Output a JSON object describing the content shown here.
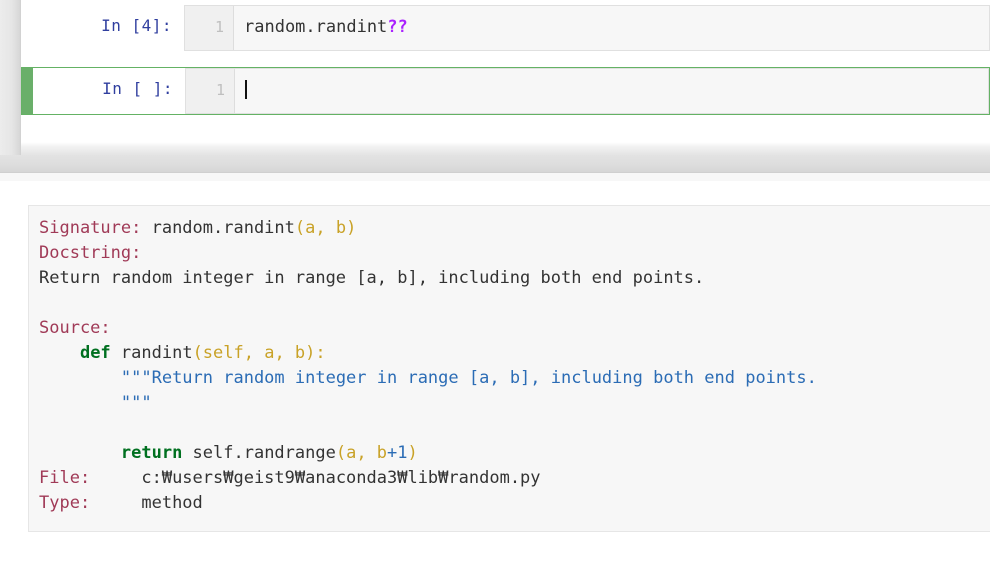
{
  "notebook": {
    "cells": [
      {
        "prompt": "In [4]:",
        "linenum": "1",
        "code_plain": "random.randint",
        "code_magic": "??",
        "selected": false
      },
      {
        "prompt": "In [ ]:",
        "linenum": "1",
        "code_plain": "",
        "code_magic": "",
        "selected": true
      }
    ]
  },
  "pager": {
    "drag_handle_name": "pager-resize-handle",
    "lines": [
      {
        "label": "Signature:",
        "rest_name": " random.randint",
        "rest_punct": "(a, b)"
      },
      {
        "label": "Docstring:",
        "rest_name": "",
        "rest_punct": ""
      }
    ],
    "docstring_text": "Return random integer in range [a, b], including both end points.",
    "blank_line": "",
    "source_label": "Source:",
    "def_indent": "    ",
    "def_keyword": "def",
    "def_name": " randint",
    "def_signature": "(self, a, b):",
    "doc_indent": "        ",
    "doc_string_open": "\"\"\"Return random integer in range [a, b], including both end points.",
    "doc_string_close": "        \"\"\"",
    "return_indent": "        ",
    "return_keyword": "return",
    "return_expr": " self.randrange",
    "return_open": "(a, b",
    "return_plus": "+",
    "return_num": "1",
    "return_close": ")",
    "file_label": "File:",
    "file_value": "c:₩users₩geist9₩anaconda3₩lib₩random.py",
    "type_label": "Type:",
    "type_value": "method"
  },
  "colors": {
    "accent_green": "#6aaf6a",
    "prompt_blue": "#303f9f",
    "magic_purple": "#aa22ff",
    "label_maroon": "#a03a57",
    "keyword_green": "#007020",
    "string_blue": "#2b6cb5",
    "punct_gold": "#c9a227",
    "panel_bg": "#f7f7f7"
  }
}
